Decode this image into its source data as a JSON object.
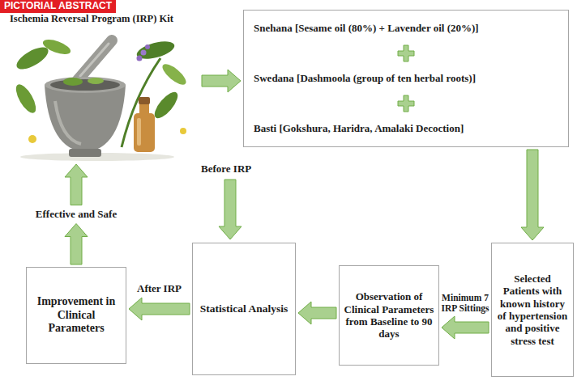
{
  "diagram": {
    "nodes": [
      {
        "text": [
          "Ischemia Reversal Program (IRP) Kit"
        ]
      },
      {
        "text": [
          "Snehana [Sesame oil (80%) + Lavender oil (20%)]",
          "Swedana [Dashmoola (group of ten herbal roots)]",
          "Basti [Gokshura, Haridra, Amalaki Decoction]"
        ]
      },
      {
        "text": [
          "Selected Patients with known history of hypertension and positive stress test"
        ]
      },
      {
        "text": [
          "Observation of Clinical Parameters from Baseline to 90 days"
        ]
      },
      {
        "text": [
          "Statistical Analysis"
        ]
      },
      {
        "text": [
          "Improvement in Clinical Parameters"
        ]
      }
    ],
    "edges": [
      {
        "from": 0,
        "to": 1,
        "arrow": "to"
      },
      {
        "from": 1,
        "to": 2,
        "arrow": "to"
      },
      {
        "from": 2,
        "to": 3,
        "label": "Minimum 7 IRP Sittings",
        "arrow": "to"
      },
      {
        "from": 3,
        "to": 4,
        "arrow": "to"
      },
      {
        "from": 4,
        "to": 5,
        "label": "After IRP",
        "arrow": "to"
      },
      {
        "from": 5,
        "to": 0,
        "label": "Effective and Safe",
        "arrow": "to"
      }
    ],
    "labels": [
      "PICTORIAL ABSTRACT",
      "Before IRP"
    ]
  }
}
